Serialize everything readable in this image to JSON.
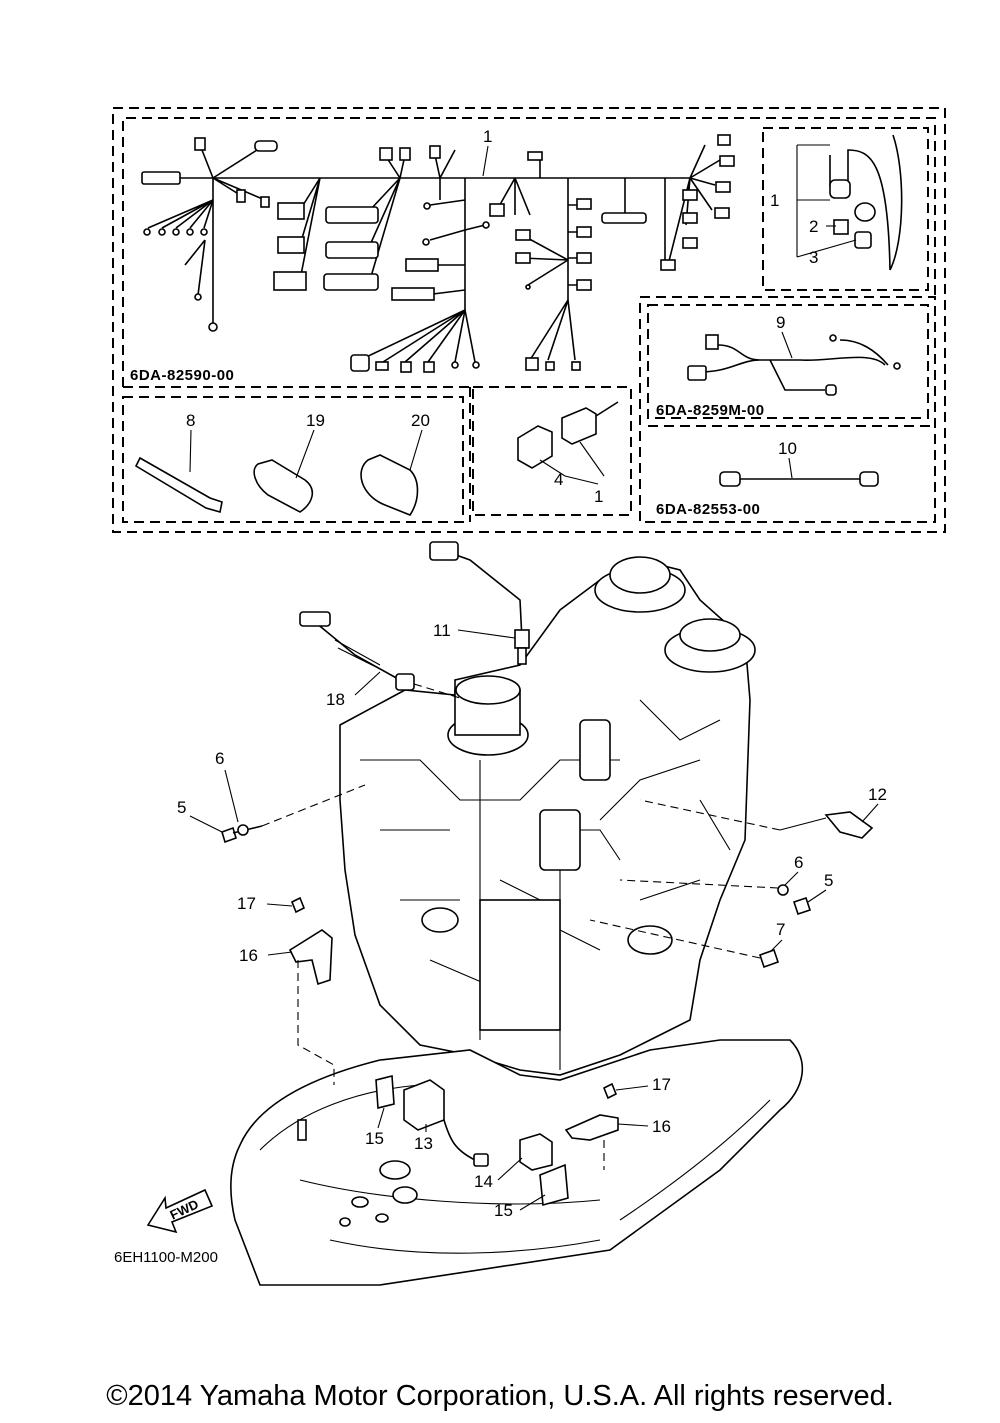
{
  "kits": {
    "main_harness": "6DA-82590-00",
    "sub_harness_a": "6DA-8259M-00",
    "sub_harness_b": "6DA-82553-00"
  },
  "callouts": {
    "c1_top": "1",
    "c1_right": "1",
    "c2": "2",
    "c3": "3",
    "c1_relay": "1",
    "c4": "4",
    "c8": "8",
    "c9": "9",
    "c10": "10",
    "c11": "11",
    "c12": "12",
    "c13": "13",
    "c14": "14",
    "c15_left": "15",
    "c15_right": "15",
    "c16_left": "16",
    "c16_right": "16",
    "c17_left": "17",
    "c17_right": "17",
    "c18": "18",
    "c19": "19",
    "c20": "20",
    "c5_left": "5",
    "c6_left": "6",
    "c5_right": "5",
    "c6_right": "6",
    "c7": "7"
  },
  "fwd_label": "FWD",
  "drawing_ref": "6EH1100-M200",
  "copyright": "©2014 Yamaha Motor Corporation, U.S.A. All rights reserved."
}
